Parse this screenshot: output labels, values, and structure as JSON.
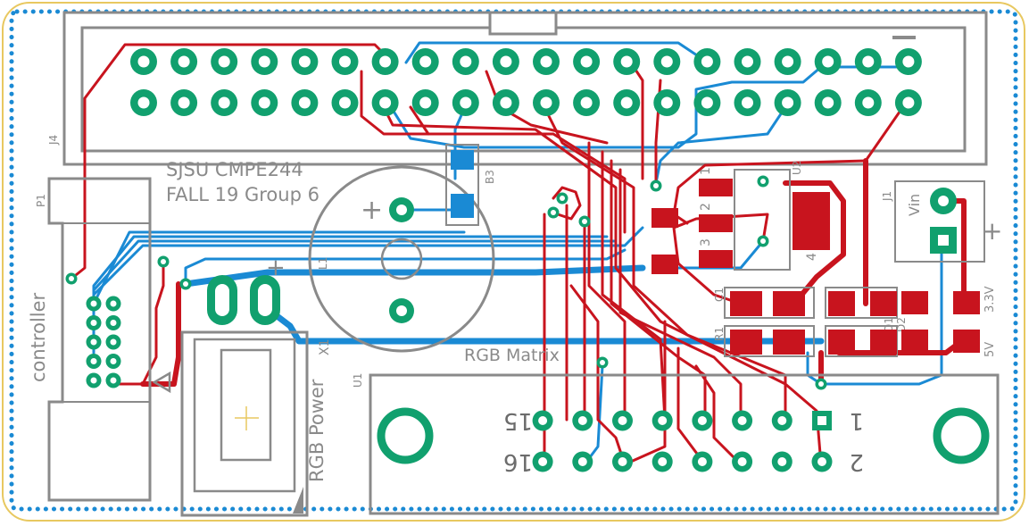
{
  "board": {
    "colors": {
      "outline": "#e8c860",
      "silkscreen": "#8a8a8a",
      "top_copper": "#c8141e",
      "bottom_copper": "#1a8ad4",
      "pad": "#11a06e",
      "ground_pour": "#1a8ad4"
    }
  },
  "labels": {
    "title_line1": "SJSU CMPE244",
    "title_line2": "FALL 19 Group 6",
    "controller": "controller",
    "rgb_power": "RGB Power",
    "rgb_matrix": "RGB Matrix",
    "vin": "Vin",
    "v33": "3.3V",
    "v5": "5V",
    "plus": "+",
    "minus": "−"
  },
  "designators": {
    "j4": "J4",
    "p1": "P1",
    "l1": "L1",
    "b3": "B3",
    "x1": "X1",
    "u1": "U1",
    "j1": "J1",
    "u2": "U2",
    "c1": "C1",
    "r1": "R1",
    "d1": "D1",
    "d2": "D2"
  },
  "regulator_pins": {
    "p1": "1",
    "p2": "2",
    "p3": "3",
    "p4": "4"
  },
  "matrix_connector": {
    "pin1": "1",
    "pin2": "2",
    "pin15": "15",
    "pin16": "16"
  }
}
